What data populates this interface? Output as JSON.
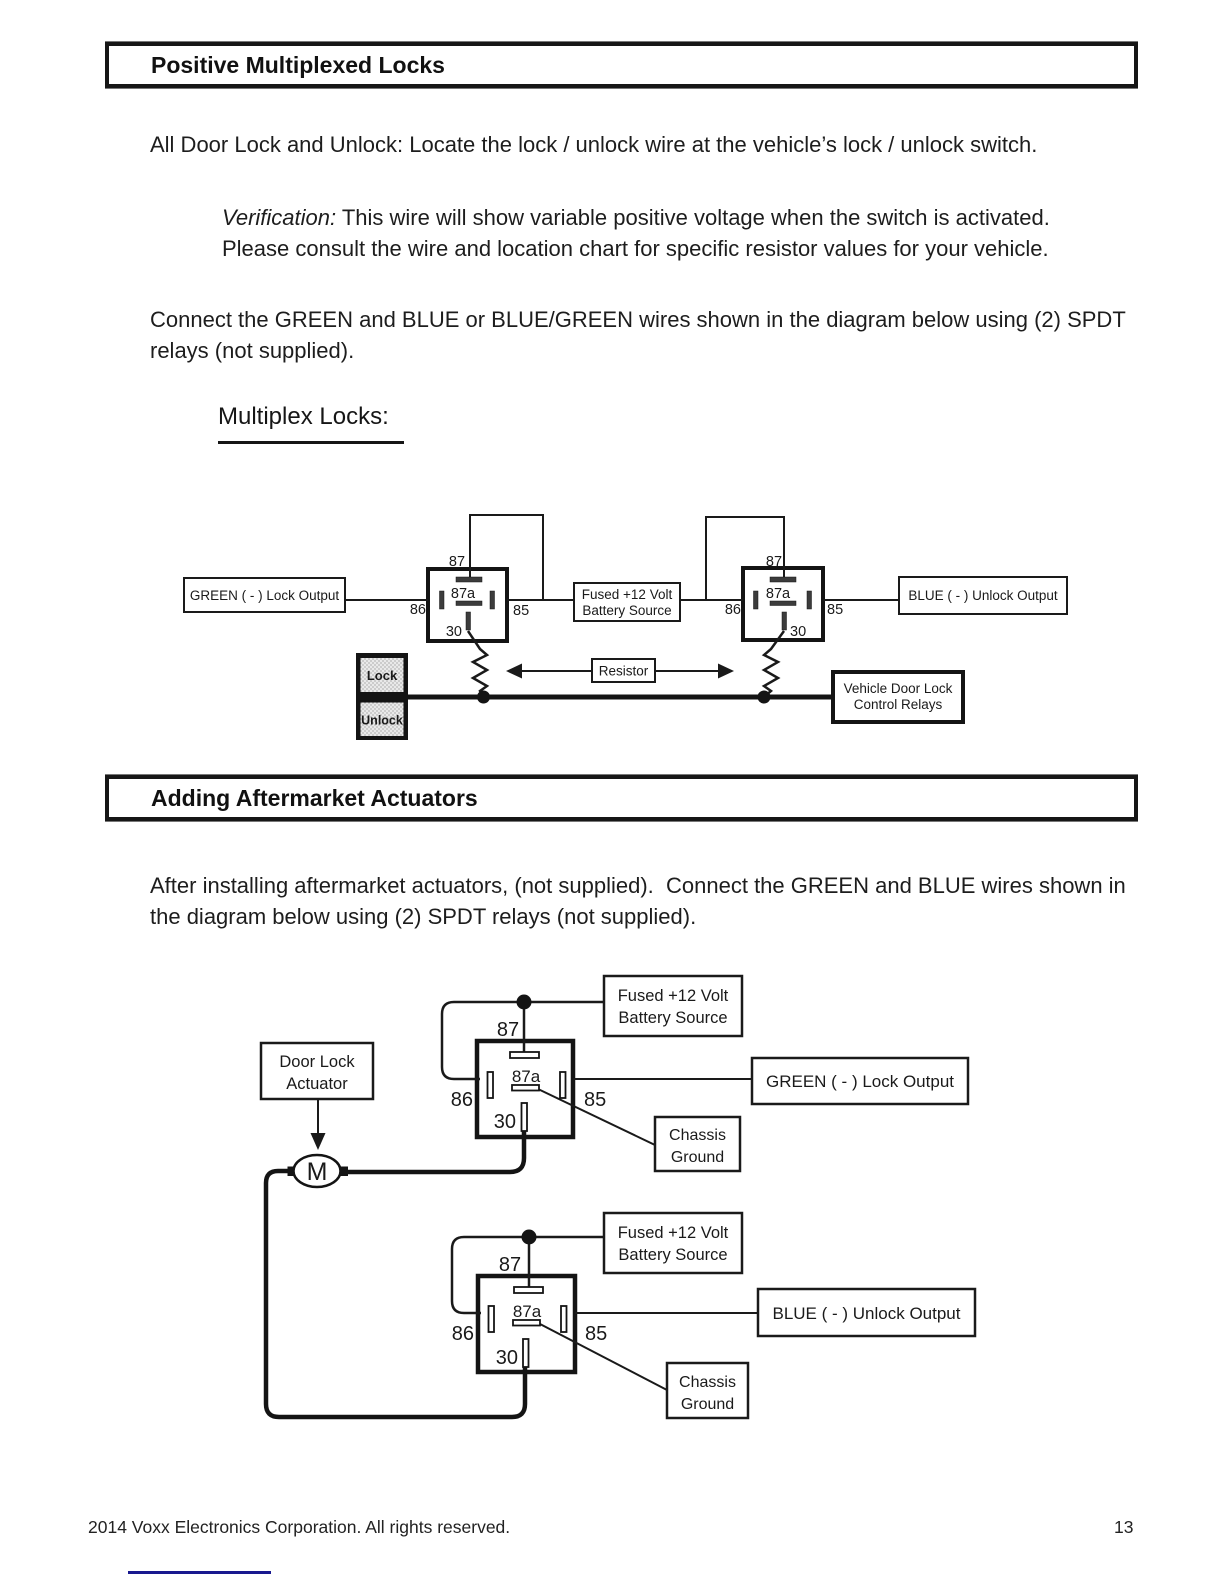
{
  "header1": {
    "title": "Positive Multiplexed Locks"
  },
  "header2": {
    "title": "Adding Aftermarket Actuators"
  },
  "intro": {
    "para1": "All Door Lock and Unlock: Locate the lock / unlock wire at the vehicle’s lock / unlock switch.",
    "verification_label": "Verification:",
    "verification_text": " This wire will show variable positive voltage when the switch is activated.  Please consult the wire and location chart for specific resistor values for your vehicle.",
    "para2": "Connect the GREEN and BLUE or BLUE/GREEN wires shown in the diagram below using (2) SPDT relays (not supplied).",
    "diagram_heading": "Multiplex Locks:"
  },
  "section2": {
    "para1": "After installing aftermarket actuators, (not supplied).  Connect the GREEN and BLUE wires shown in the diagram below using (2) SPDT relays (not supplied)."
  },
  "pins": {
    "p87": "87",
    "p87a": "87a",
    "p86": "86",
    "p85": "85",
    "p30": "30"
  },
  "labels": {
    "green_output": "GREEN ( - ) Lock Output",
    "blue_output": "BLUE ( - ) Unlock Output",
    "battery_line1": "Fused +12 Volt",
    "battery_line2": "Battery Source",
    "resistor": "Resistor",
    "vehicle_relays_line1": "Vehicle Door Lock",
    "vehicle_relays_line2": "Control Relays",
    "lock": "Lock",
    "unlock": "Unlock",
    "door_actuator_line1": "Door Lock",
    "door_actuator_line2": "Actuator",
    "motor": "M",
    "chassis_line1": "Chassis",
    "chassis_line2": "Ground"
  },
  "footer": {
    "copyright": "2014 Voxx Electronics Corporation. All rights reserved.",
    "page_number": "13"
  }
}
